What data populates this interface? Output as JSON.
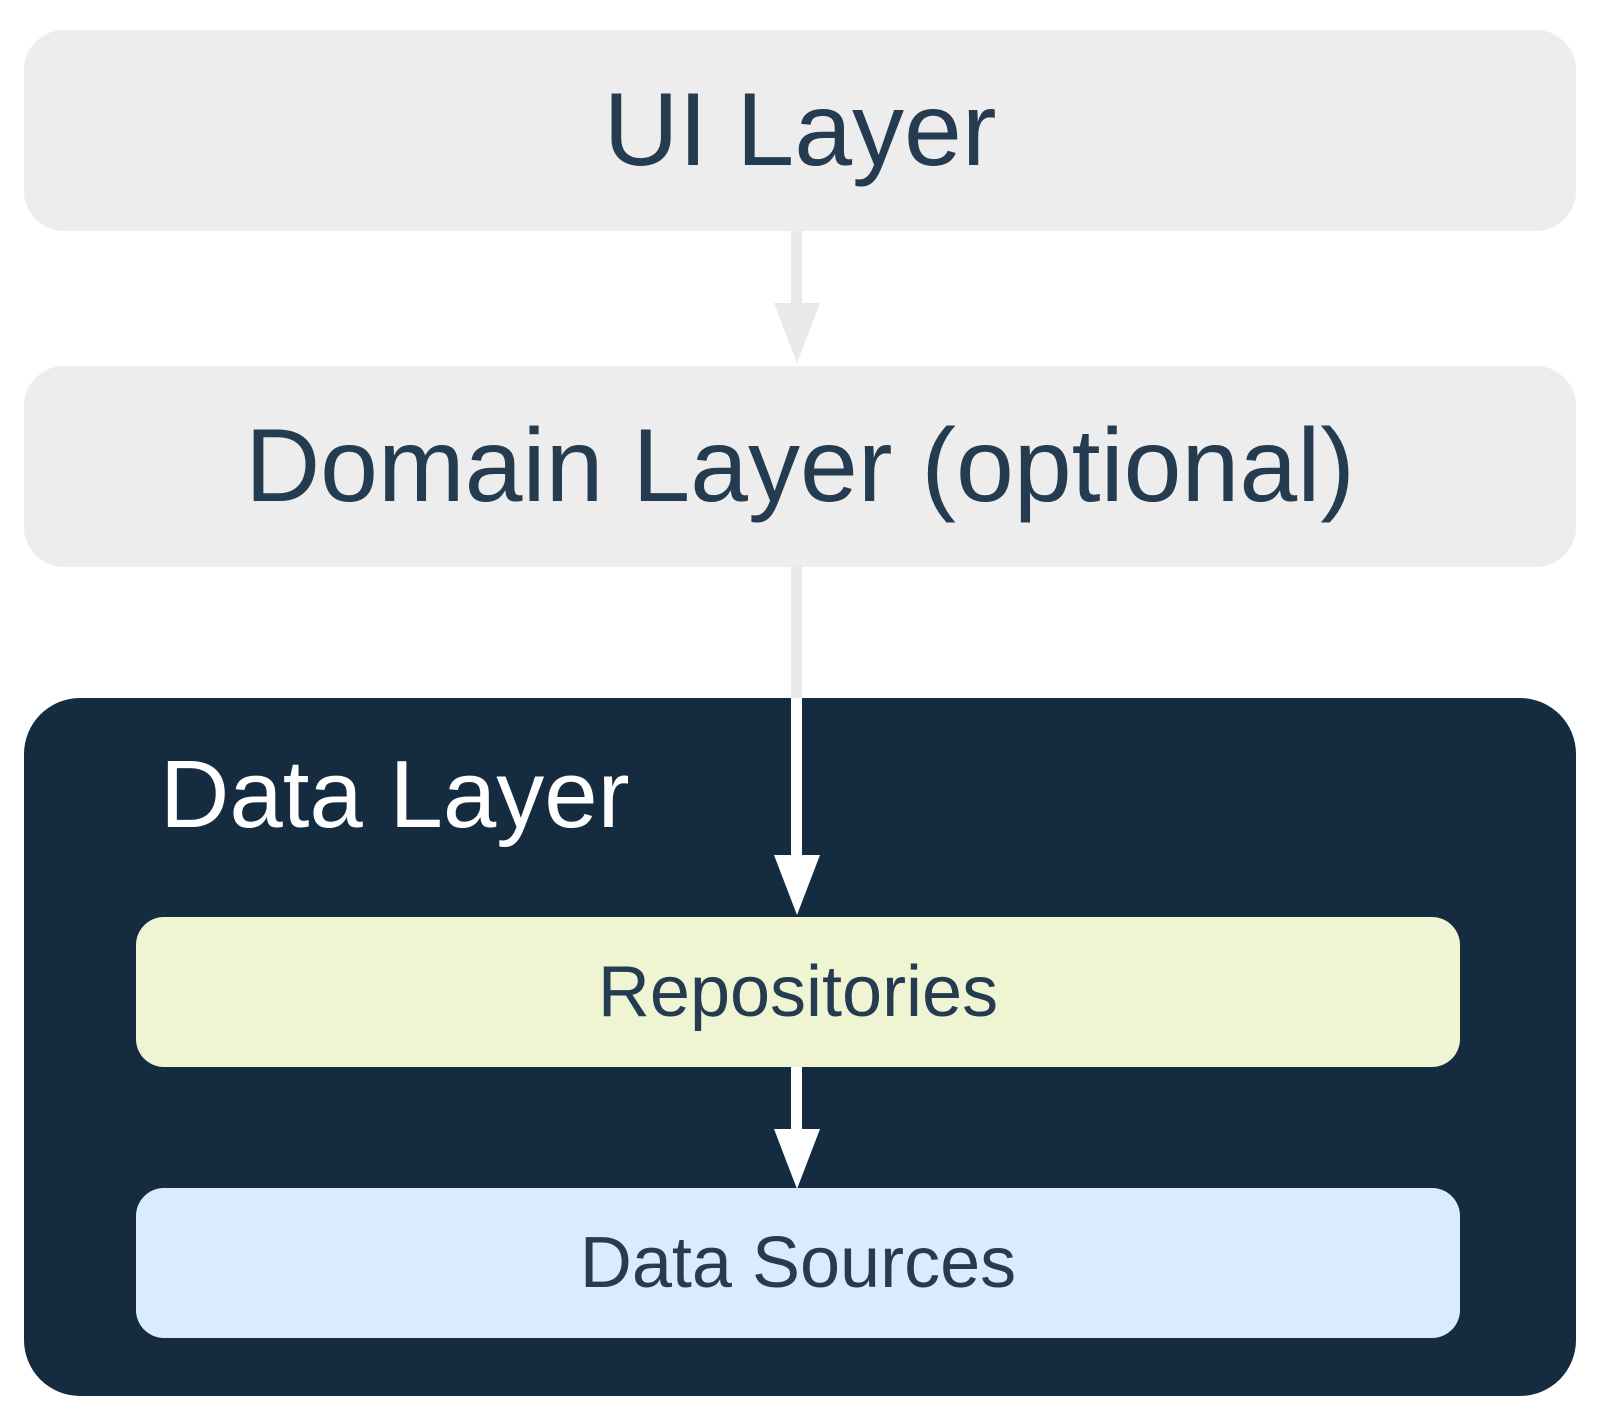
{
  "layers": {
    "ui": {
      "label": "UI Layer"
    },
    "domain": {
      "label": "Domain Layer (optional)"
    },
    "data": {
      "label": "Data Layer",
      "children": {
        "repositories": {
          "label": "Repositories"
        },
        "data_sources": {
          "label": "Data Sources"
        }
      }
    }
  },
  "colors": {
    "box-gray": "#EDEDED",
    "box-navy": "#152C40",
    "box-green": "#EFF5D2",
    "box-blue": "#D9EBFC",
    "arrow-gray": "#E9E9E9",
    "arrow-white": "#FFFFFF",
    "text-navy": "#243B50",
    "text-white": "#FFFFFF",
    "page-bg": "#FFFFFF"
  }
}
